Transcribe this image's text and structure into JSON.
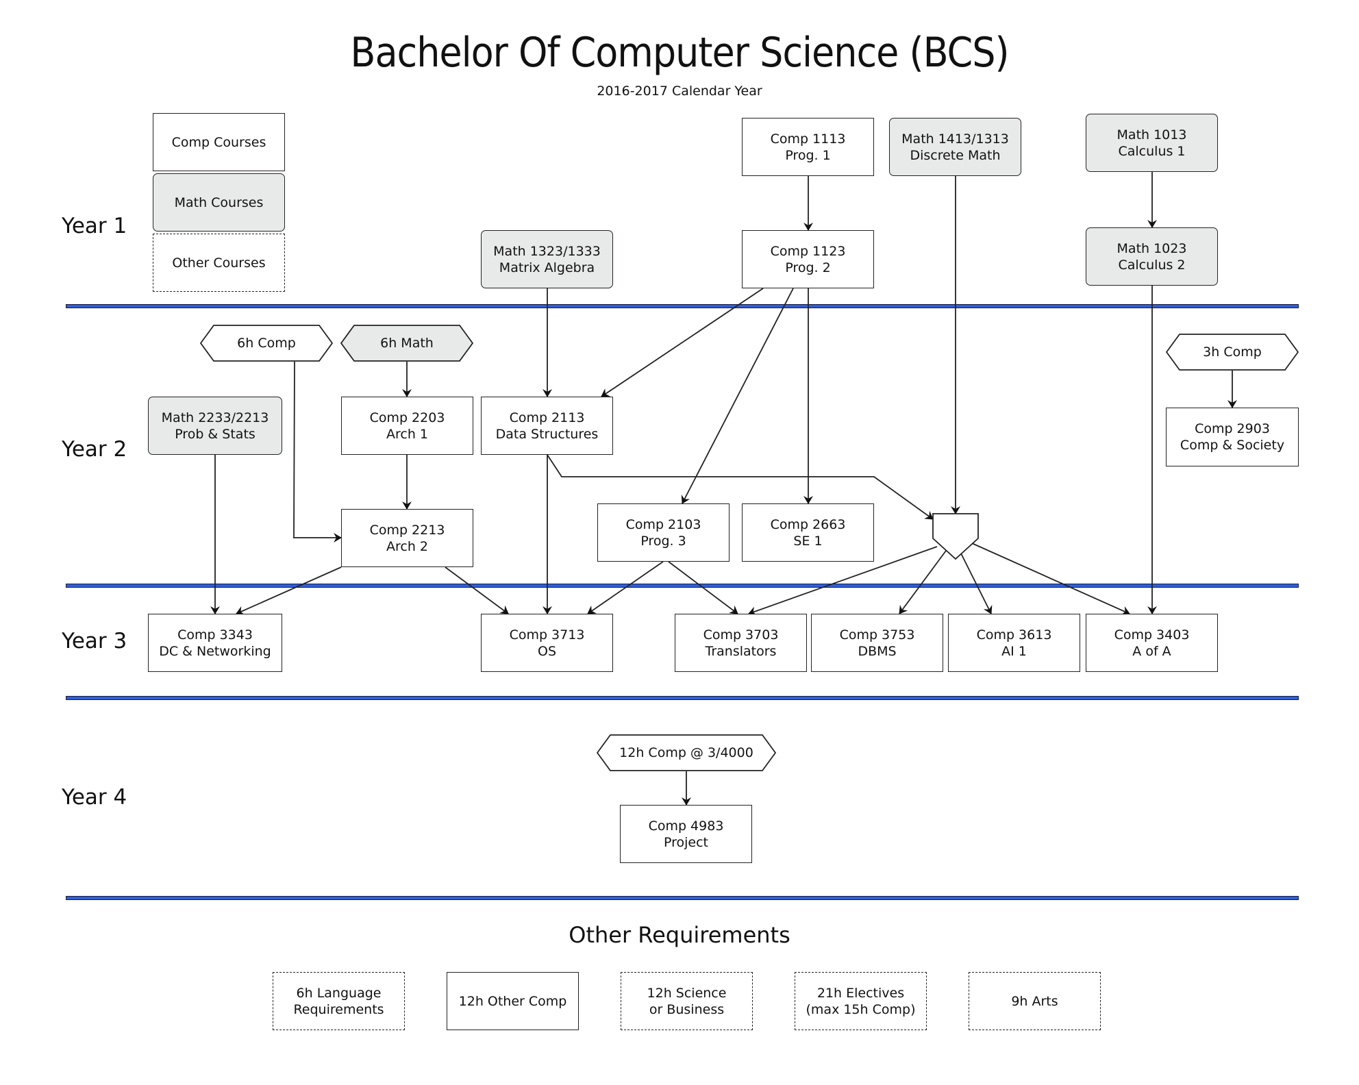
{
  "header": {
    "title": "Bachelor Of Computer Science (BCS)",
    "subtitle": "2016-2017 Calendar Year"
  },
  "legend": [
    {
      "label": "Comp Courses",
      "kind": "comp"
    },
    {
      "label": "Math Courses",
      "kind": "math"
    },
    {
      "label": "Other Courses",
      "kind": "other"
    }
  ],
  "years": [
    {
      "label": "Year 1"
    },
    {
      "label": "Year 2"
    },
    {
      "label": "Year 3"
    },
    {
      "label": "Year 4"
    }
  ],
  "courses": {
    "comp1113": {
      "code": "Comp 1113",
      "name": "Prog. 1",
      "kind": "comp",
      "year": 1
    },
    "math1413": {
      "code": "Math 1413/1313",
      "name": "Discrete Math",
      "kind": "math",
      "year": 1
    },
    "math1013": {
      "code": "Math 1013",
      "name": "Calculus 1",
      "kind": "math",
      "year": 1
    },
    "math1323": {
      "code": "Math 1323/1333",
      "name": "Matrix Algebra",
      "kind": "math",
      "year": 1
    },
    "comp1123": {
      "code": "Comp 1123",
      "name": "Prog. 2",
      "kind": "comp",
      "year": 1
    },
    "math1023": {
      "code": "Math 1023",
      "name": "Calculus 2",
      "kind": "math",
      "year": 1
    },
    "math2233": {
      "code": "Math 2233/2213",
      "name": "Prob & Stats",
      "kind": "math",
      "year": 2
    },
    "comp2203": {
      "code": "Comp 2203",
      "name": "Arch 1",
      "kind": "comp",
      "year": 2
    },
    "comp2113": {
      "code": "Comp 2113",
      "name": "Data Structures",
      "kind": "comp",
      "year": 2
    },
    "comp2903": {
      "code": "Comp 2903",
      "name": "Comp & Society",
      "kind": "comp",
      "year": 2
    },
    "comp2213": {
      "code": "Comp 2213",
      "name": "Arch 2",
      "kind": "comp",
      "year": 2
    },
    "comp2103": {
      "code": "Comp 2103",
      "name": "Prog. 3",
      "kind": "comp",
      "year": 2
    },
    "comp2663": {
      "code": "Comp 2663",
      "name": "SE 1",
      "kind": "comp",
      "year": 2
    },
    "comp3343": {
      "code": "Comp 3343",
      "name": "DC & Networking",
      "kind": "comp",
      "year": 3
    },
    "comp3713": {
      "code": "Comp 3713",
      "name": "OS",
      "kind": "comp",
      "year": 3
    },
    "comp3703": {
      "code": "Comp 3703",
      "name": "Translators",
      "kind": "comp",
      "year": 3
    },
    "comp3753": {
      "code": "Comp 3753",
      "name": "DBMS",
      "kind": "comp",
      "year": 3
    },
    "comp3613": {
      "code": "Comp 3613",
      "name": "AI 1",
      "kind": "comp",
      "year": 3
    },
    "comp3403": {
      "code": "Comp 3403",
      "name": "A of A",
      "kind": "comp",
      "year": 3
    },
    "comp4983": {
      "code": "Comp 4983",
      "name": "Project",
      "kind": "comp",
      "year": 4
    }
  },
  "credit_blocks": {
    "comp6h": {
      "label": "6h Comp",
      "kind": "comp"
    },
    "math6h": {
      "label": "6h Math",
      "kind": "math"
    },
    "comp3h": {
      "label": "3h Comp",
      "kind": "comp"
    },
    "comp12h": {
      "label": "12h Comp @ 3/4000",
      "kind": "comp"
    }
  },
  "join_node": {
    "label": "",
    "kind": "merge"
  },
  "edges": [
    [
      "comp1113",
      "comp1123"
    ],
    [
      "math1013",
      "math1023"
    ],
    [
      "math1323",
      "comp2113"
    ],
    [
      "comp1123",
      "comp2113"
    ],
    [
      "comp1123",
      "comp2103"
    ],
    [
      "comp1123",
      "comp2663"
    ],
    [
      "math6h",
      "comp2203"
    ],
    [
      "comp2203",
      "comp2213"
    ],
    [
      "comp6h",
      "comp2213"
    ],
    [
      "comp3h",
      "comp2903"
    ],
    [
      "comp2113",
      "join"
    ],
    [
      "math1413",
      "join"
    ],
    [
      "math2233",
      "comp3343"
    ],
    [
      "comp2213",
      "comp3343"
    ],
    [
      "comp2213",
      "comp3713"
    ],
    [
      "comp2113",
      "comp3713"
    ],
    [
      "comp2103",
      "comp3713"
    ],
    [
      "comp2103",
      "comp3703"
    ],
    [
      "join",
      "comp3703"
    ],
    [
      "join",
      "comp3753"
    ],
    [
      "join",
      "comp3613"
    ],
    [
      "join",
      "comp3403"
    ],
    [
      "math1023",
      "comp3403"
    ],
    [
      "comp12h",
      "comp4983"
    ]
  ],
  "other_requirements": {
    "title": "Other Requirements",
    "items": [
      {
        "line1": "6h Language",
        "line2": "Requirements",
        "kind": "other"
      },
      {
        "line1": "12h Other Comp",
        "line2": "",
        "kind": "comp"
      },
      {
        "line1": "12h Science",
        "line2": "or Business",
        "kind": "other"
      },
      {
        "line1": "21h Electives",
        "line2": "(max 15h Comp)",
        "kind": "other"
      },
      {
        "line1": "9h Arts",
        "line2": "",
        "kind": "other"
      }
    ]
  },
  "colors": {
    "divider": "#2e5fd8",
    "math_fill": "#e8e9e9",
    "stroke": "#222222"
  }
}
